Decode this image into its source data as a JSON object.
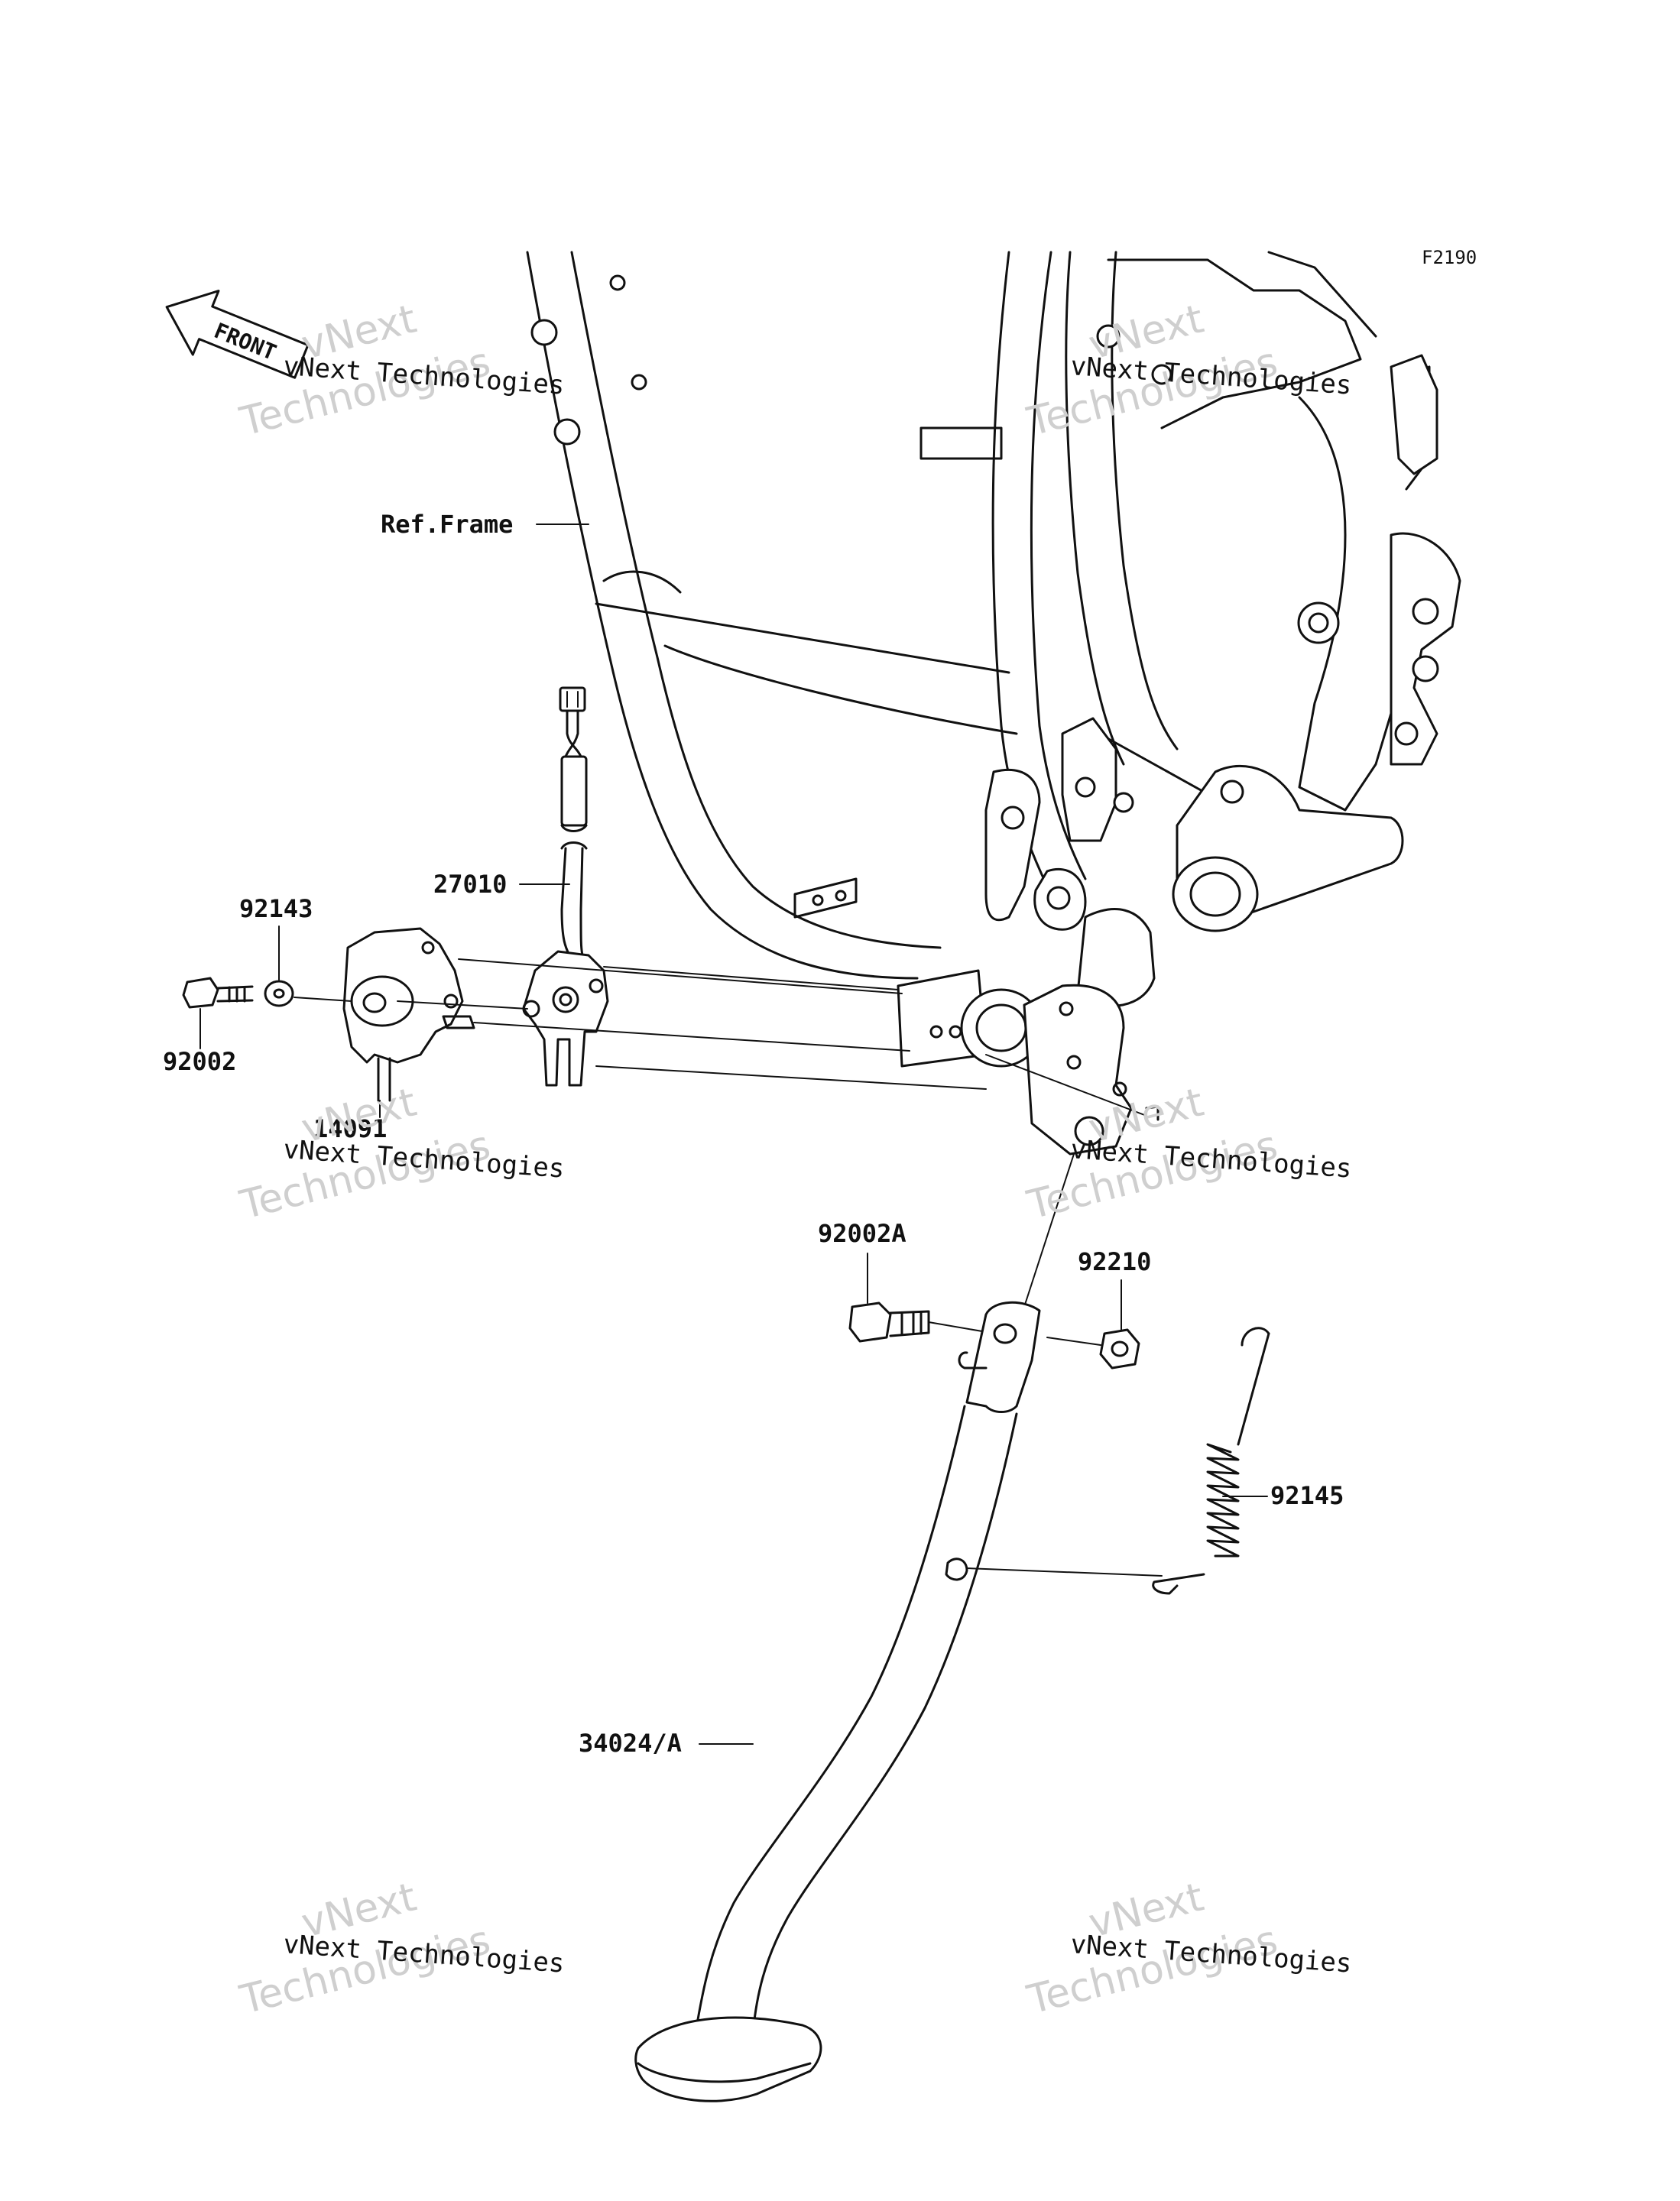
{
  "figure_code": "F2190",
  "front_arrow": {
    "text": "FRONT"
  },
  "parts": [
    {
      "number": "Ref.Frame"
    },
    {
      "number": "27010"
    },
    {
      "number": "92143"
    },
    {
      "number": "92002"
    },
    {
      "number": "14091"
    },
    {
      "number": "92002A"
    },
    {
      "number": "92210"
    },
    {
      "number": "92145"
    },
    {
      "number": "34024/A"
    }
  ],
  "watermark": {
    "line1": "vNext Technologies",
    "line2": "vNext",
    "line3": "Technologies"
  }
}
